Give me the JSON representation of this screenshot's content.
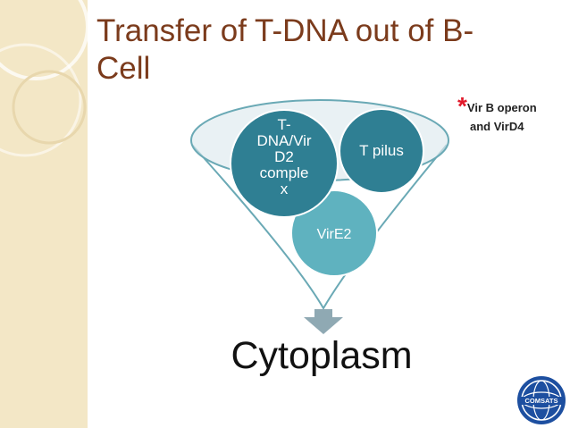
{
  "slide": {
    "title": "Transfer of T-DNA out of B-Cell"
  },
  "diagram": {
    "nodes": [
      {
        "id": "tdna-vird2",
        "label": "T-DNA/VirD2 complex",
        "lines": [
          "T-",
          "DNA/Vir",
          "D2",
          "comple",
          "x"
        ],
        "color": "#2f7f93"
      },
      {
        "id": "t-pilus",
        "label": "T pilus",
        "lines": [
          "T pilus"
        ],
        "color": "#2f7f93"
      },
      {
        "id": "vire2",
        "label": "VirE2",
        "lines": [
          "VirE2"
        ],
        "color": "#5fb2bf"
      }
    ],
    "destination": "Cytoplasm",
    "note": {
      "star": "*",
      "line1": "Vir B operon",
      "line2": "and VirD4"
    }
  },
  "colors": {
    "title": "#7b3b1c",
    "funnel_stroke": "#6aa9b5",
    "arrow": "#8fa9b3",
    "note_star": "#e11a2b",
    "left_band": "#f3e7c6"
  },
  "logo": {
    "text": "COMSATS"
  }
}
